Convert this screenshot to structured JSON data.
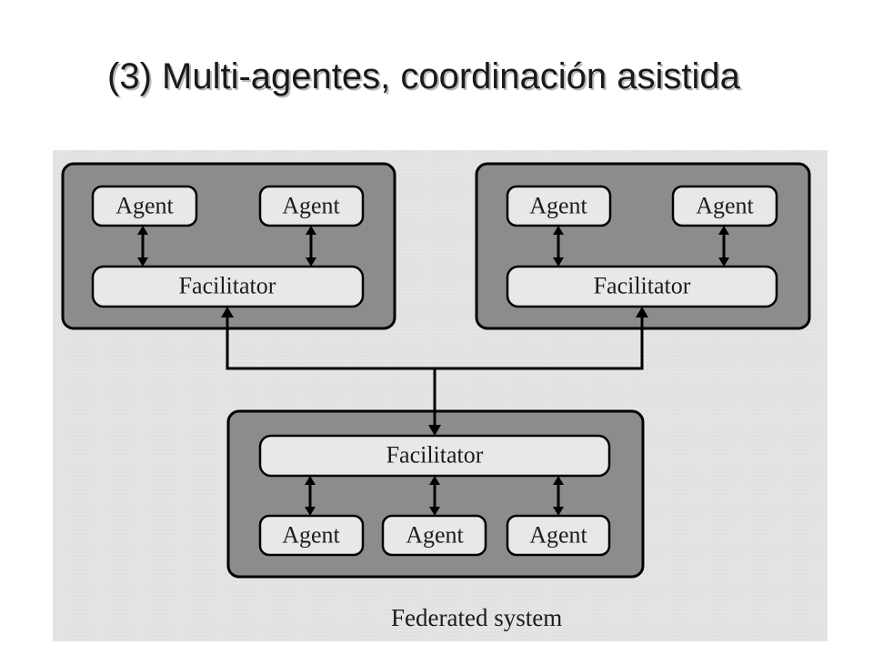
{
  "slide": {
    "title": "(3) Multi-agentes, coordinación asistida"
  },
  "diagram": {
    "agent_label": "Agent",
    "facilitator_label": "Facilitator",
    "caption": "Federated system",
    "colors": {
      "background": "#e4e4e4",
      "panel": "#8c8c8c",
      "node": "#e8e8e8",
      "line": "#000000"
    }
  }
}
